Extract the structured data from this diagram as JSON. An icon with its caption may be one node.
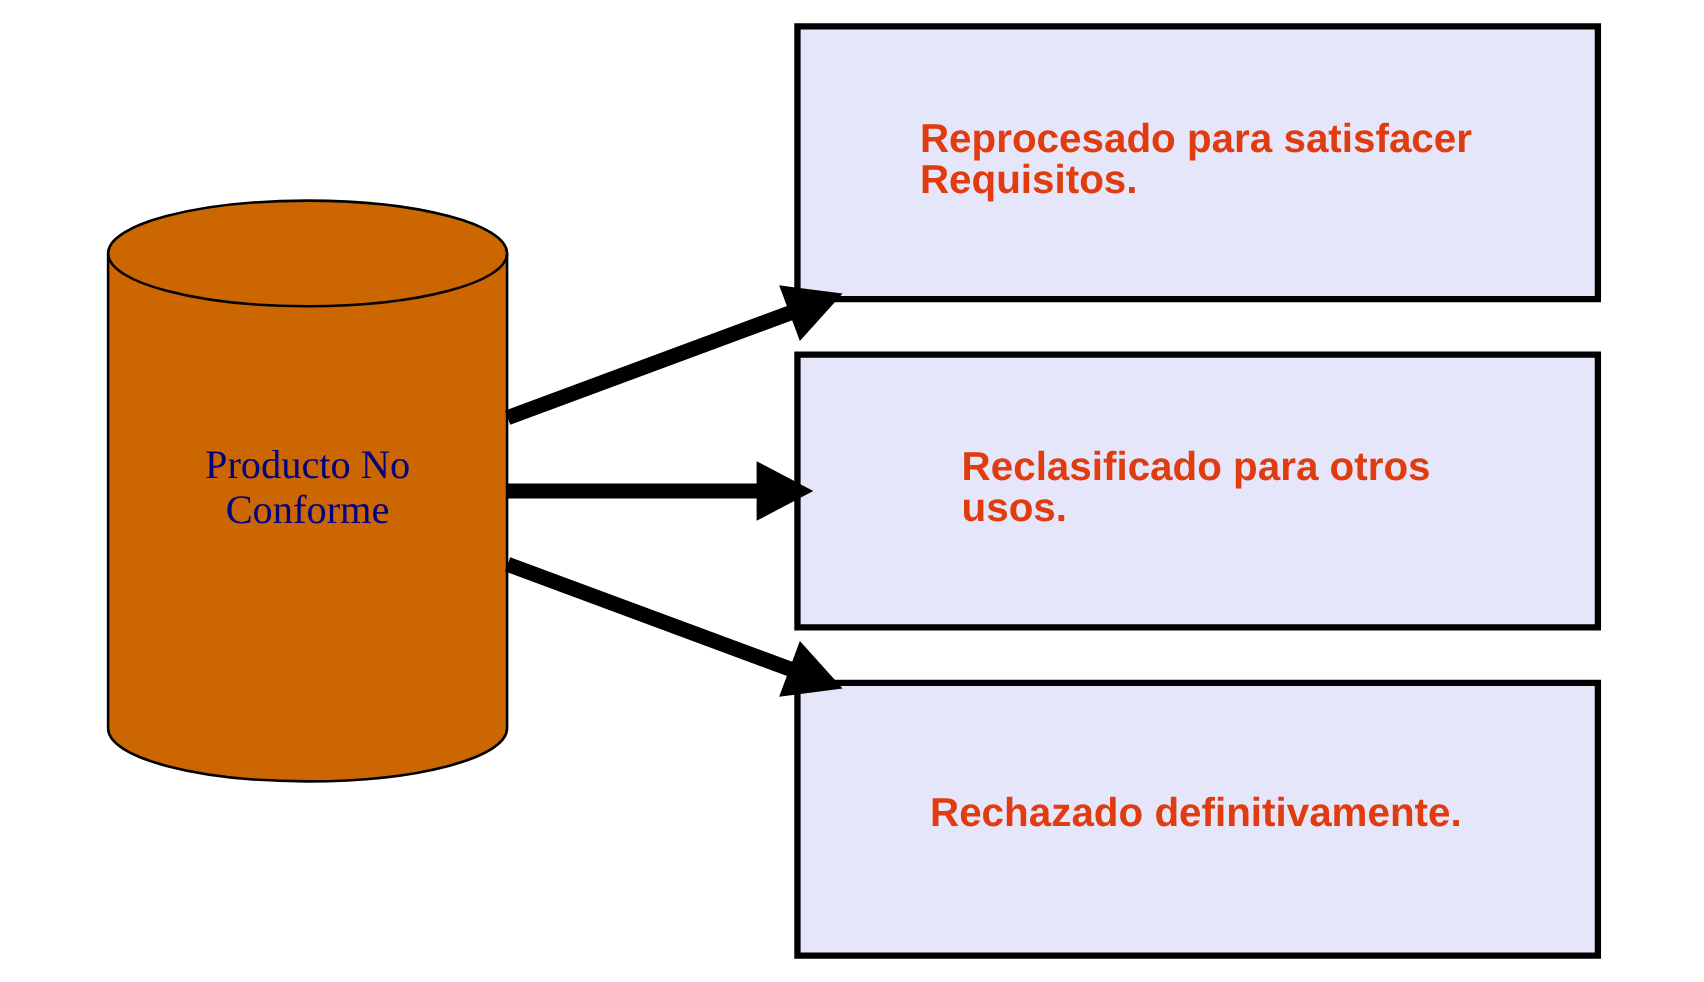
{
  "diagram": {
    "nodes": [
      {
        "text": [
          "Producto No Conforme"
        ]
      },
      {
        "text": [
          "Reprocesado para satisfacer Requisitos."
        ]
      },
      {
        "text": [
          "Reclasificado para otros usos."
        ]
      },
      {
        "text": [
          "Rechazado definitivamente."
        ]
      }
    ],
    "edges": [
      {
        "from": 0,
        "to": 1,
        "arrow": "to"
      },
      {
        "from": 0,
        "to": 2,
        "arrow": "to"
      },
      {
        "from": 0,
        "to": 3,
        "arrow": "to"
      }
    ]
  }
}
